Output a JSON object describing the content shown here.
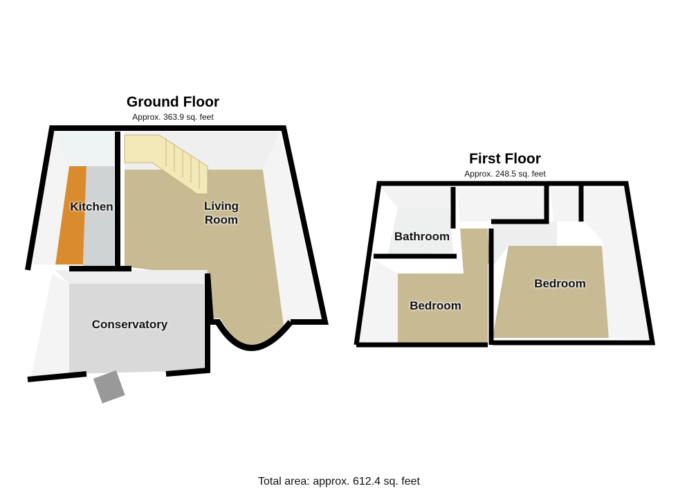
{
  "ground_floor": {
    "title": "Ground Floor",
    "area": "Approx. 363.9 sq. feet",
    "rooms": {
      "kitchen": "Kitchen",
      "living_room": "Living\nRoom",
      "conservatory": "Conservatory"
    }
  },
  "first_floor": {
    "title": "First Floor",
    "area": "Approx. 248.5 sq. feet",
    "rooms": {
      "bathroom": "Bathroom",
      "bedroom_left": "Bedroom",
      "bedroom_right": "Bedroom"
    }
  },
  "total_area": "Total area: approx. 612.4 sq. feet",
  "colors": {
    "carpet": "#c8bb93",
    "kitchen": "#d98b2e",
    "tile": "#d9d9d9",
    "wall": "#000000"
  }
}
